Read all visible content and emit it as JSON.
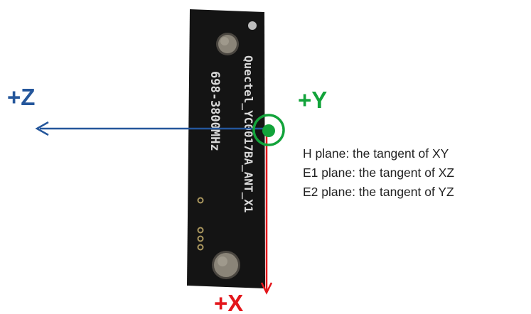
{
  "pcb": {
    "silkscreen_top": "Quectel_YC0017BA_ANT_X1",
    "silkscreen_bottom": "698-3800MHz"
  },
  "axes": {
    "z_label": "+Z",
    "y_label": "+Y",
    "x_label": "+X",
    "z_color": "#24569b",
    "y_color": "#12a33a",
    "x_color": "#e3161b"
  },
  "colors": {
    "board": "#141414",
    "board_text": "#d9d9d9",
    "hole_fill": "#8a8478",
    "feed_point": "#12a33a"
  },
  "plane_notes": [
    "H plane: the tangent of XY",
    "E1 plane: the tangent of XZ",
    "E2 plane: the tangent of YZ"
  ]
}
